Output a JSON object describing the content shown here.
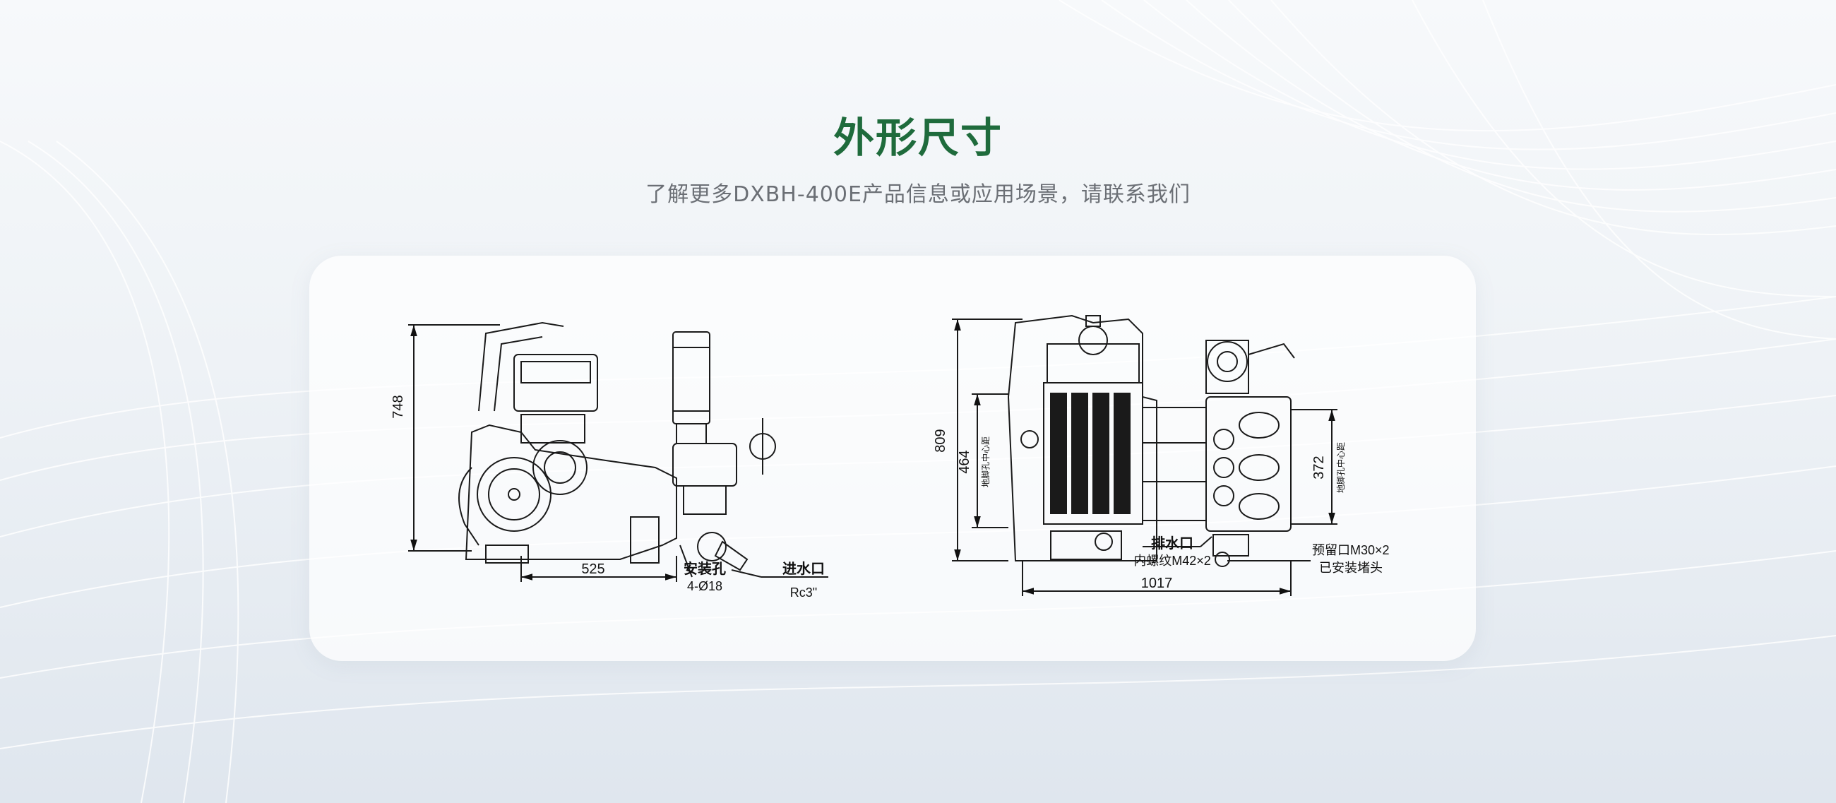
{
  "header": {
    "title": "外形尺寸",
    "subtitle": "了解更多DXBH-400E产品信息或应用场景，请联系我们"
  },
  "colors": {
    "title_green": "#1f6b3c",
    "subtitle_gray": "#6b6f75",
    "line": "#1a1a1a"
  },
  "side_view": {
    "height_dim": "748",
    "length_dim": "525",
    "mount_holes_label": "安装孔",
    "mount_holes_value": "4-Ø18",
    "inlet_label": "进水口",
    "inlet_value": "Rc3\""
  },
  "top_view": {
    "height_dim": "809",
    "left_center_dim": "464",
    "left_center_label": "地脚孔中心距",
    "right_center_dim": "372",
    "right_center_label": "地脚孔中心距",
    "outlet_label": "排水口",
    "outlet_value": "内螺纹M42×2",
    "reserved_label": "预留口M30×2",
    "reserved_value": "已安装堵头",
    "width_dim": "1017"
  }
}
